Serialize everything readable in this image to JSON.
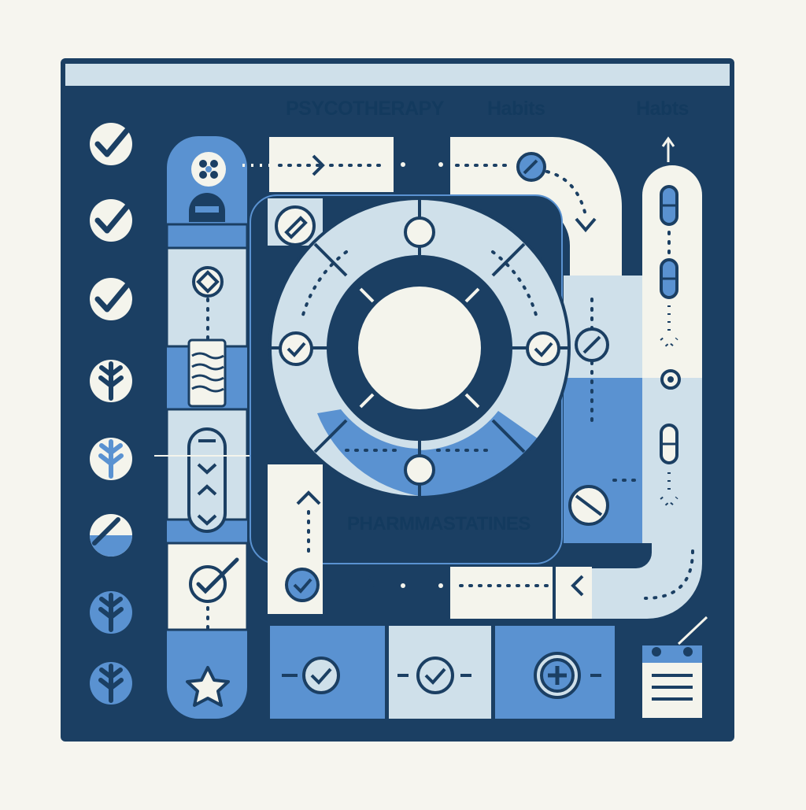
{
  "window": {
    "title_bar_text": ""
  },
  "columns": [
    {
      "label": "PSYCOTHERAPY"
    },
    {
      "label": "Habits"
    },
    {
      "label": "Habts"
    }
  ],
  "center": {
    "label": "PHARMMASTATINES"
  },
  "side_icons": [
    "check-circle-icon",
    "check-circle-icon",
    "check-circle-icon",
    "leaf-icon",
    "leaf-icon",
    "half-leaf-icon",
    "leaf-icon",
    "leaf-icon"
  ],
  "colors": {
    "navy": "#1b3f63",
    "mid_blue": "#5a92d1",
    "light_blue": "#cfe0ea",
    "pale": "#f4f4ec",
    "page_bg": "#f6f5ef"
  }
}
